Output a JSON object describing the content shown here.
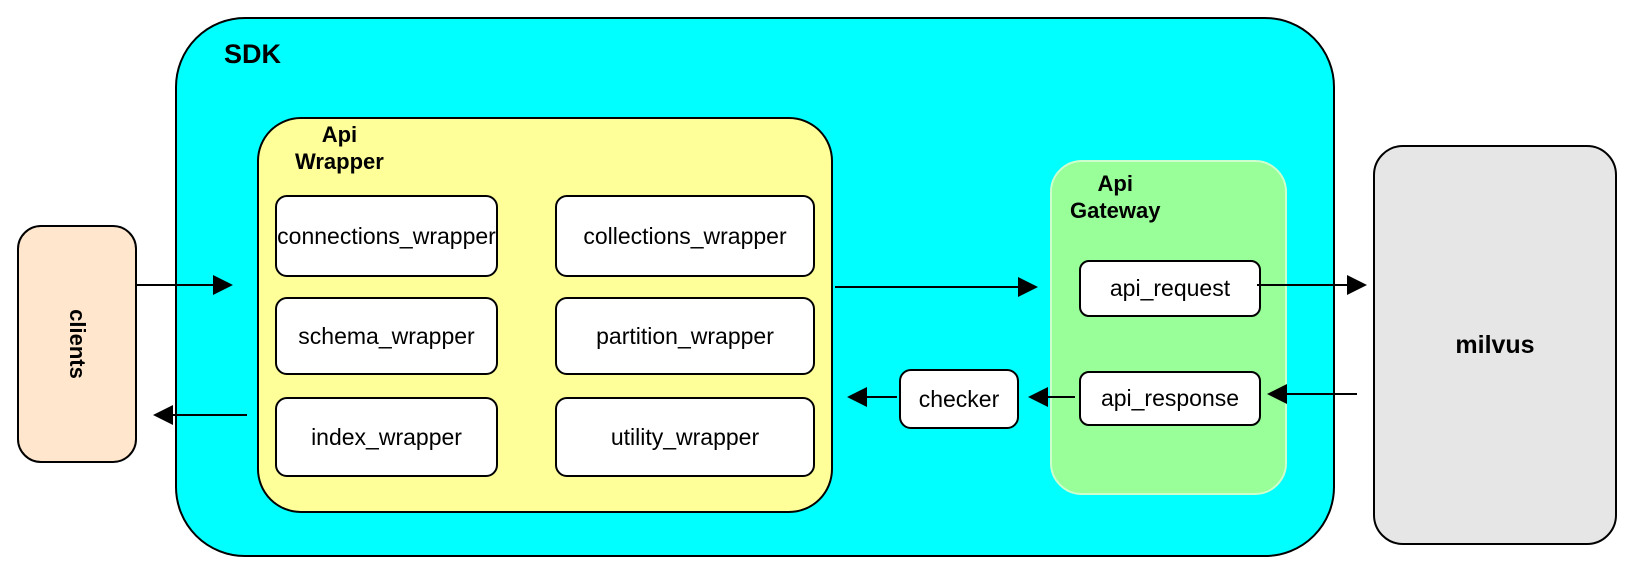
{
  "diagram": {
    "clients": {
      "label": "clients"
    },
    "sdk": {
      "label": "SDK"
    },
    "api_wrapper": {
      "label_line1": "Api",
      "label_line2": "Wrapper",
      "items": [
        {
          "label": "connections_wrapper"
        },
        {
          "label": "collections_wrapper"
        },
        {
          "label": "schema_wrapper"
        },
        {
          "label": "partition_wrapper"
        },
        {
          "label": "index_wrapper"
        },
        {
          "label": "utility_wrapper"
        }
      ]
    },
    "checker": {
      "label": "checker"
    },
    "api_gateway": {
      "label_line1": "Api",
      "label_line2": "Gateway",
      "request": {
        "label": "api_request"
      },
      "response": {
        "label": "api_response"
      }
    },
    "milvus": {
      "label": "milvus"
    },
    "arrows": [
      {
        "from": "clients",
        "to": "sdk-api-wrapper"
      },
      {
        "from": "api-wrapper",
        "to": "api-gateway"
      },
      {
        "from": "api_request",
        "to": "milvus"
      },
      {
        "from": "milvus",
        "to": "api_response"
      },
      {
        "from": "api_response",
        "to": "checker"
      },
      {
        "from": "checker",
        "to": "api-wrapper"
      },
      {
        "from": "sdk-api-wrapper",
        "to": "clients"
      }
    ],
    "colors": {
      "sdk_fill": "#00FFFF",
      "api_wrapper_fill": "#FFFF99",
      "api_gateway_fill": "#99FF99",
      "api_gateway_stroke": "#CCFFCC",
      "clients_fill": "#FFE6CC",
      "milvus_fill": "#E6E6E6",
      "node_fill": "#FFFFFF",
      "stroke": "#000000"
    }
  }
}
